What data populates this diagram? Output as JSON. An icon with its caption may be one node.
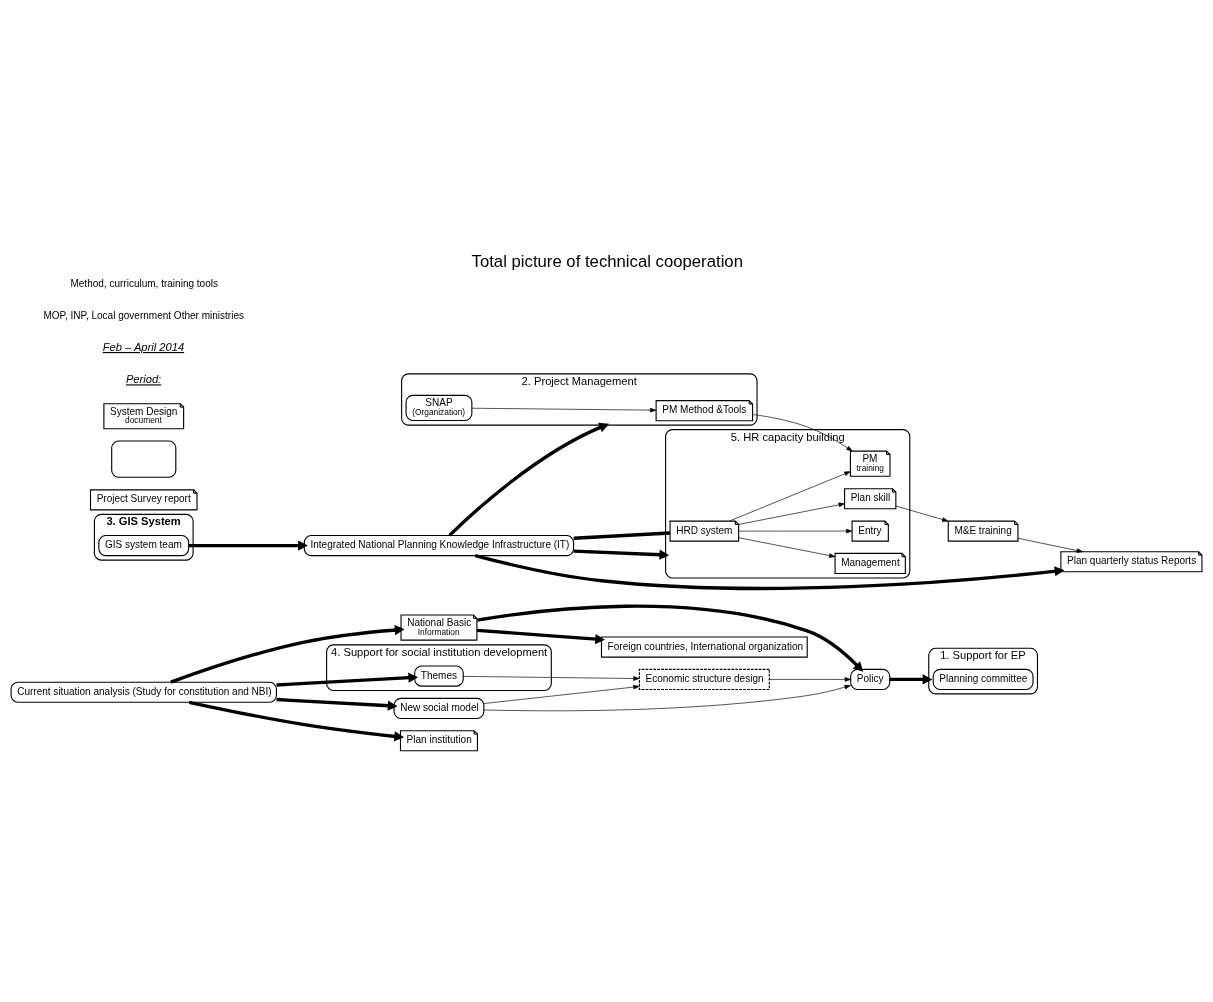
{
  "diagram": {
    "title": "Total picture of technical cooperation",
    "nodes": [
      {
        "text": [
          "1. Support for EP"
        ]
      },
      {
        "text": [
          "Planning committee"
        ],
        "in": 0
      },
      {
        "text": [
          "Plan quarterly status Reports"
        ]
      },
      {
        "text": [
          "Policy"
        ]
      },
      {
        "text": [
          "Foreign countries, International organization"
        ]
      },
      {
        "text": [
          "Project Survey report"
        ]
      },
      {
        "text": [
          "2. Project Management"
        ]
      },
      {
        "text": [
          "SNAP",
          "(Organization)"
        ],
        "in": 6
      },
      {
        "text": [
          "PM Method &Tools"
        ],
        "in": 6
      },
      {
        "text": [],
        "shape": "box"
      },
      {
        "text": [
          "National Basic",
          "Information"
        ]
      },
      {
        "text": [
          "4. Support for social institution development"
        ]
      },
      {
        "text": [
          "Economic structure design"
        ]
      },
      {
        "text": [
          "New social model"
        ]
      },
      {
        "text": [
          "Themes"
        ],
        "in": 11
      },
      {
        "text": [
          "Plan institution"
        ]
      },
      {
        "text": [
          "Current situation analysis (Study for constitution and NBI)"
        ]
      },
      {
        "text": [
          "3. GIS System"
        ]
      },
      {
        "text": [
          "Integrated National Planning Knowledge Infrastructure (IT)"
        ]
      },
      {
        "text": [
          "System Design",
          "document"
        ]
      },
      {
        "text": [
          "GIS system team"
        ],
        "in": 17
      },
      {
        "text": [
          "M&E training"
        ]
      },
      {
        "text": [
          "5. HR capacity building"
        ]
      },
      {
        "text": [
          "HRD system"
        ],
        "in": 22
      },
      {
        "text": [
          "Entry"
        ],
        "in": 22
      },
      {
        "text": [
          "Plan skill"
        ],
        "in": 22
      },
      {
        "text": [
          "PM",
          "training"
        ],
        "in": 22
      },
      {
        "text": [
          "Management"
        ],
        "in": 22
      }
    ],
    "edges": [
      {
        "from": 3,
        "to": 0,
        "arrow": "to",
        "style": "thick"
      },
      {
        "from": 10,
        "to": 3,
        "arrow": "to",
        "style": "thick"
      },
      {
        "from": 10,
        "to": 4,
        "arrow": "to",
        "style": "thick"
      },
      {
        "from": 7,
        "to": 8,
        "arrow": "to"
      },
      {
        "from": 18,
        "to": 6,
        "arrow": "to",
        "style": "thick"
      },
      {
        "from": 18,
        "to": 2,
        "arrow": "to",
        "style": "thick"
      },
      {
        "from": 18,
        "to": 22,
        "arrow": "to",
        "style": "thick"
      },
      {
        "from": 18,
        "to": 23,
        "arrow": "none",
        "style": "thick"
      },
      {
        "from": 20,
        "to": 18,
        "arrow": "to",
        "style": "thick"
      },
      {
        "from": 16,
        "to": 13,
        "arrow": "to",
        "style": "thick"
      },
      {
        "from": 16,
        "to": 14,
        "arrow": "to",
        "style": "thick"
      },
      {
        "from": 16,
        "to": 15,
        "arrow": "to",
        "style": "thick"
      },
      {
        "from": 16,
        "to": 10,
        "arrow": "to",
        "style": "thick"
      },
      {
        "from": 13,
        "to": 3,
        "arrow": "to"
      },
      {
        "from": 13,
        "to": 12,
        "arrow": "to"
      },
      {
        "from": 14,
        "to": 12,
        "arrow": "to"
      },
      {
        "from": 12,
        "to": 3,
        "arrow": "to"
      },
      {
        "from": 8,
        "to": 26,
        "arrow": "to"
      },
      {
        "from": 21,
        "to": 2,
        "arrow": "to"
      },
      {
        "from": 23,
        "to": 24,
        "arrow": "to"
      },
      {
        "from": 23,
        "to": 25,
        "arrow": "to"
      },
      {
        "from": 23,
        "to": 26,
        "arrow": "to"
      },
      {
        "from": 23,
        "to": 27,
        "arrow": "to"
      },
      {
        "from": 25,
        "to": 21,
        "arrow": "to"
      }
    ],
    "labels": [
      "Period:",
      "Feb – April 2014",
      "MOP, INP, Local government Other ministries",
      "Method, curriculum, training tools"
    ]
  }
}
